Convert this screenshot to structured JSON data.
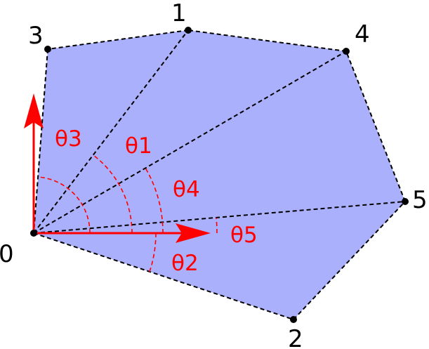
{
  "colors": {
    "polygon_fill": "#aab0fb",
    "edge": "#000000",
    "annotation": "#ff0000"
  },
  "vertices": [
    {
      "id": "0",
      "label": "0"
    },
    {
      "id": "1",
      "label": "1"
    },
    {
      "id": "2",
      "label": "2"
    },
    {
      "id": "3",
      "label": "3"
    },
    {
      "id": "4",
      "label": "4"
    },
    {
      "id": "5",
      "label": "5"
    }
  ],
  "angles": [
    {
      "id": "theta1",
      "label": "θ1"
    },
    {
      "id": "theta2",
      "label": "θ2"
    },
    {
      "id": "theta3",
      "label": "θ3"
    },
    {
      "id": "theta4",
      "label": "θ4"
    },
    {
      "id": "theta5",
      "label": "θ5"
    }
  ]
}
